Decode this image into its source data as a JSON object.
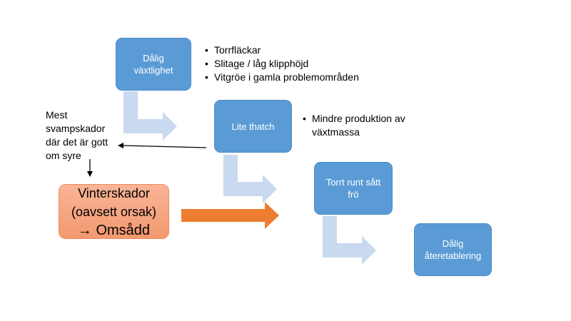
{
  "boxes": {
    "box1": {
      "line1": "Dålig",
      "line2": "växtlighet"
    },
    "box2": {
      "label": "Lite thatch"
    },
    "box3": {
      "line1": "Torrt runt sått",
      "line2": "frö"
    },
    "box4": {
      "line1": "Dålig",
      "line2": "återetablering"
    },
    "winter": {
      "line1": "Vinterskador",
      "line2": "(oavsett orsak)",
      "line3": "→ Omsådd"
    }
  },
  "bullets1": [
    "Torrfläckar",
    "Slitage / låg klipphöjd",
    "Vitgröe i gamla problemområden"
  ],
  "bullets2": {
    "line1": "Mindre produktion av",
    "line2": "växtmassa"
  },
  "note": {
    "line1": "Mest",
    "line2": "svampskador",
    "line3": "där det är gott",
    "line4": "om syre"
  },
  "colors": {
    "blue_box": "#5b9bd5",
    "light_arrow": "#c9d9ef",
    "orange_box": "#f4a683",
    "orange_arrow": "#ed7d31"
  }
}
